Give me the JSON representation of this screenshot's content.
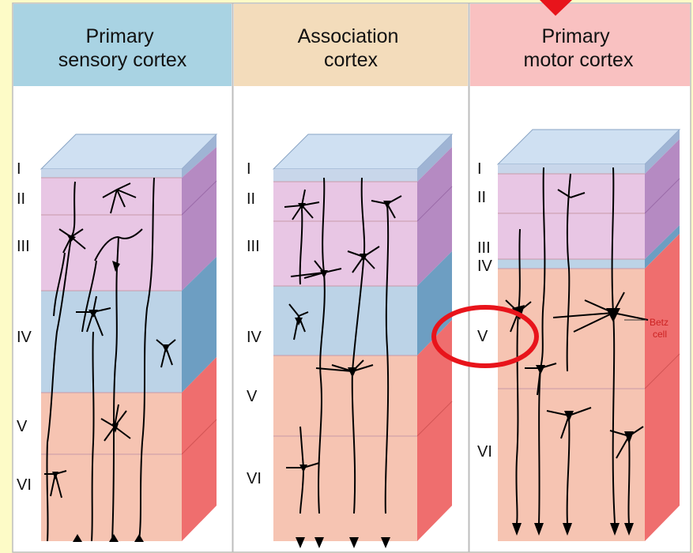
{
  "panels": [
    {
      "title_lines": [
        "Primary",
        "sensory cortex"
      ],
      "header_color": "#a9d3e3",
      "layers": [
        {
          "label": "I",
          "color": "#c8d6ea"
        },
        {
          "label": "II",
          "color": "#e8c6e4"
        },
        {
          "label": "III",
          "color": "#e8c6e4"
        },
        {
          "label": "IV",
          "color": "#bcd3e7"
        },
        {
          "label": "V",
          "color": "#f6c4b2"
        },
        {
          "label": "VI",
          "color": "#f6c4b2"
        }
      ]
    },
    {
      "title_lines": [
        "Association",
        "cortex"
      ],
      "header_color": "#f3dcbb",
      "layers": [
        {
          "label": "I",
          "color": "#c8d6ea"
        },
        {
          "label": "II",
          "color": "#e8c6e4"
        },
        {
          "label": "III",
          "color": "#e8c6e4"
        },
        {
          "label": "IV",
          "color": "#bcd3e7"
        },
        {
          "label": "V",
          "color": "#f6c4b2"
        },
        {
          "label": "VI",
          "color": "#f6c4b2"
        }
      ]
    },
    {
      "title_lines": [
        "Primary",
        "motor cortex"
      ],
      "header_color": "#f9c1c1",
      "layers": [
        {
          "label": "I",
          "color": "#c8d6ea"
        },
        {
          "label": "II",
          "color": "#e8c6e4"
        },
        {
          "label": "III",
          "color": "#e8c6e4"
        },
        {
          "label": "IV",
          "color": "#bcd3e7"
        },
        {
          "label": "V",
          "color": "#f6c4b2"
        },
        {
          "label": "VI",
          "color": "#f6c4b2"
        }
      ]
    }
  ],
  "annotation": {
    "lines": [
      "Betz",
      "cell"
    ],
    "color": "#cc2222"
  },
  "highlight_color": "#e8141b"
}
